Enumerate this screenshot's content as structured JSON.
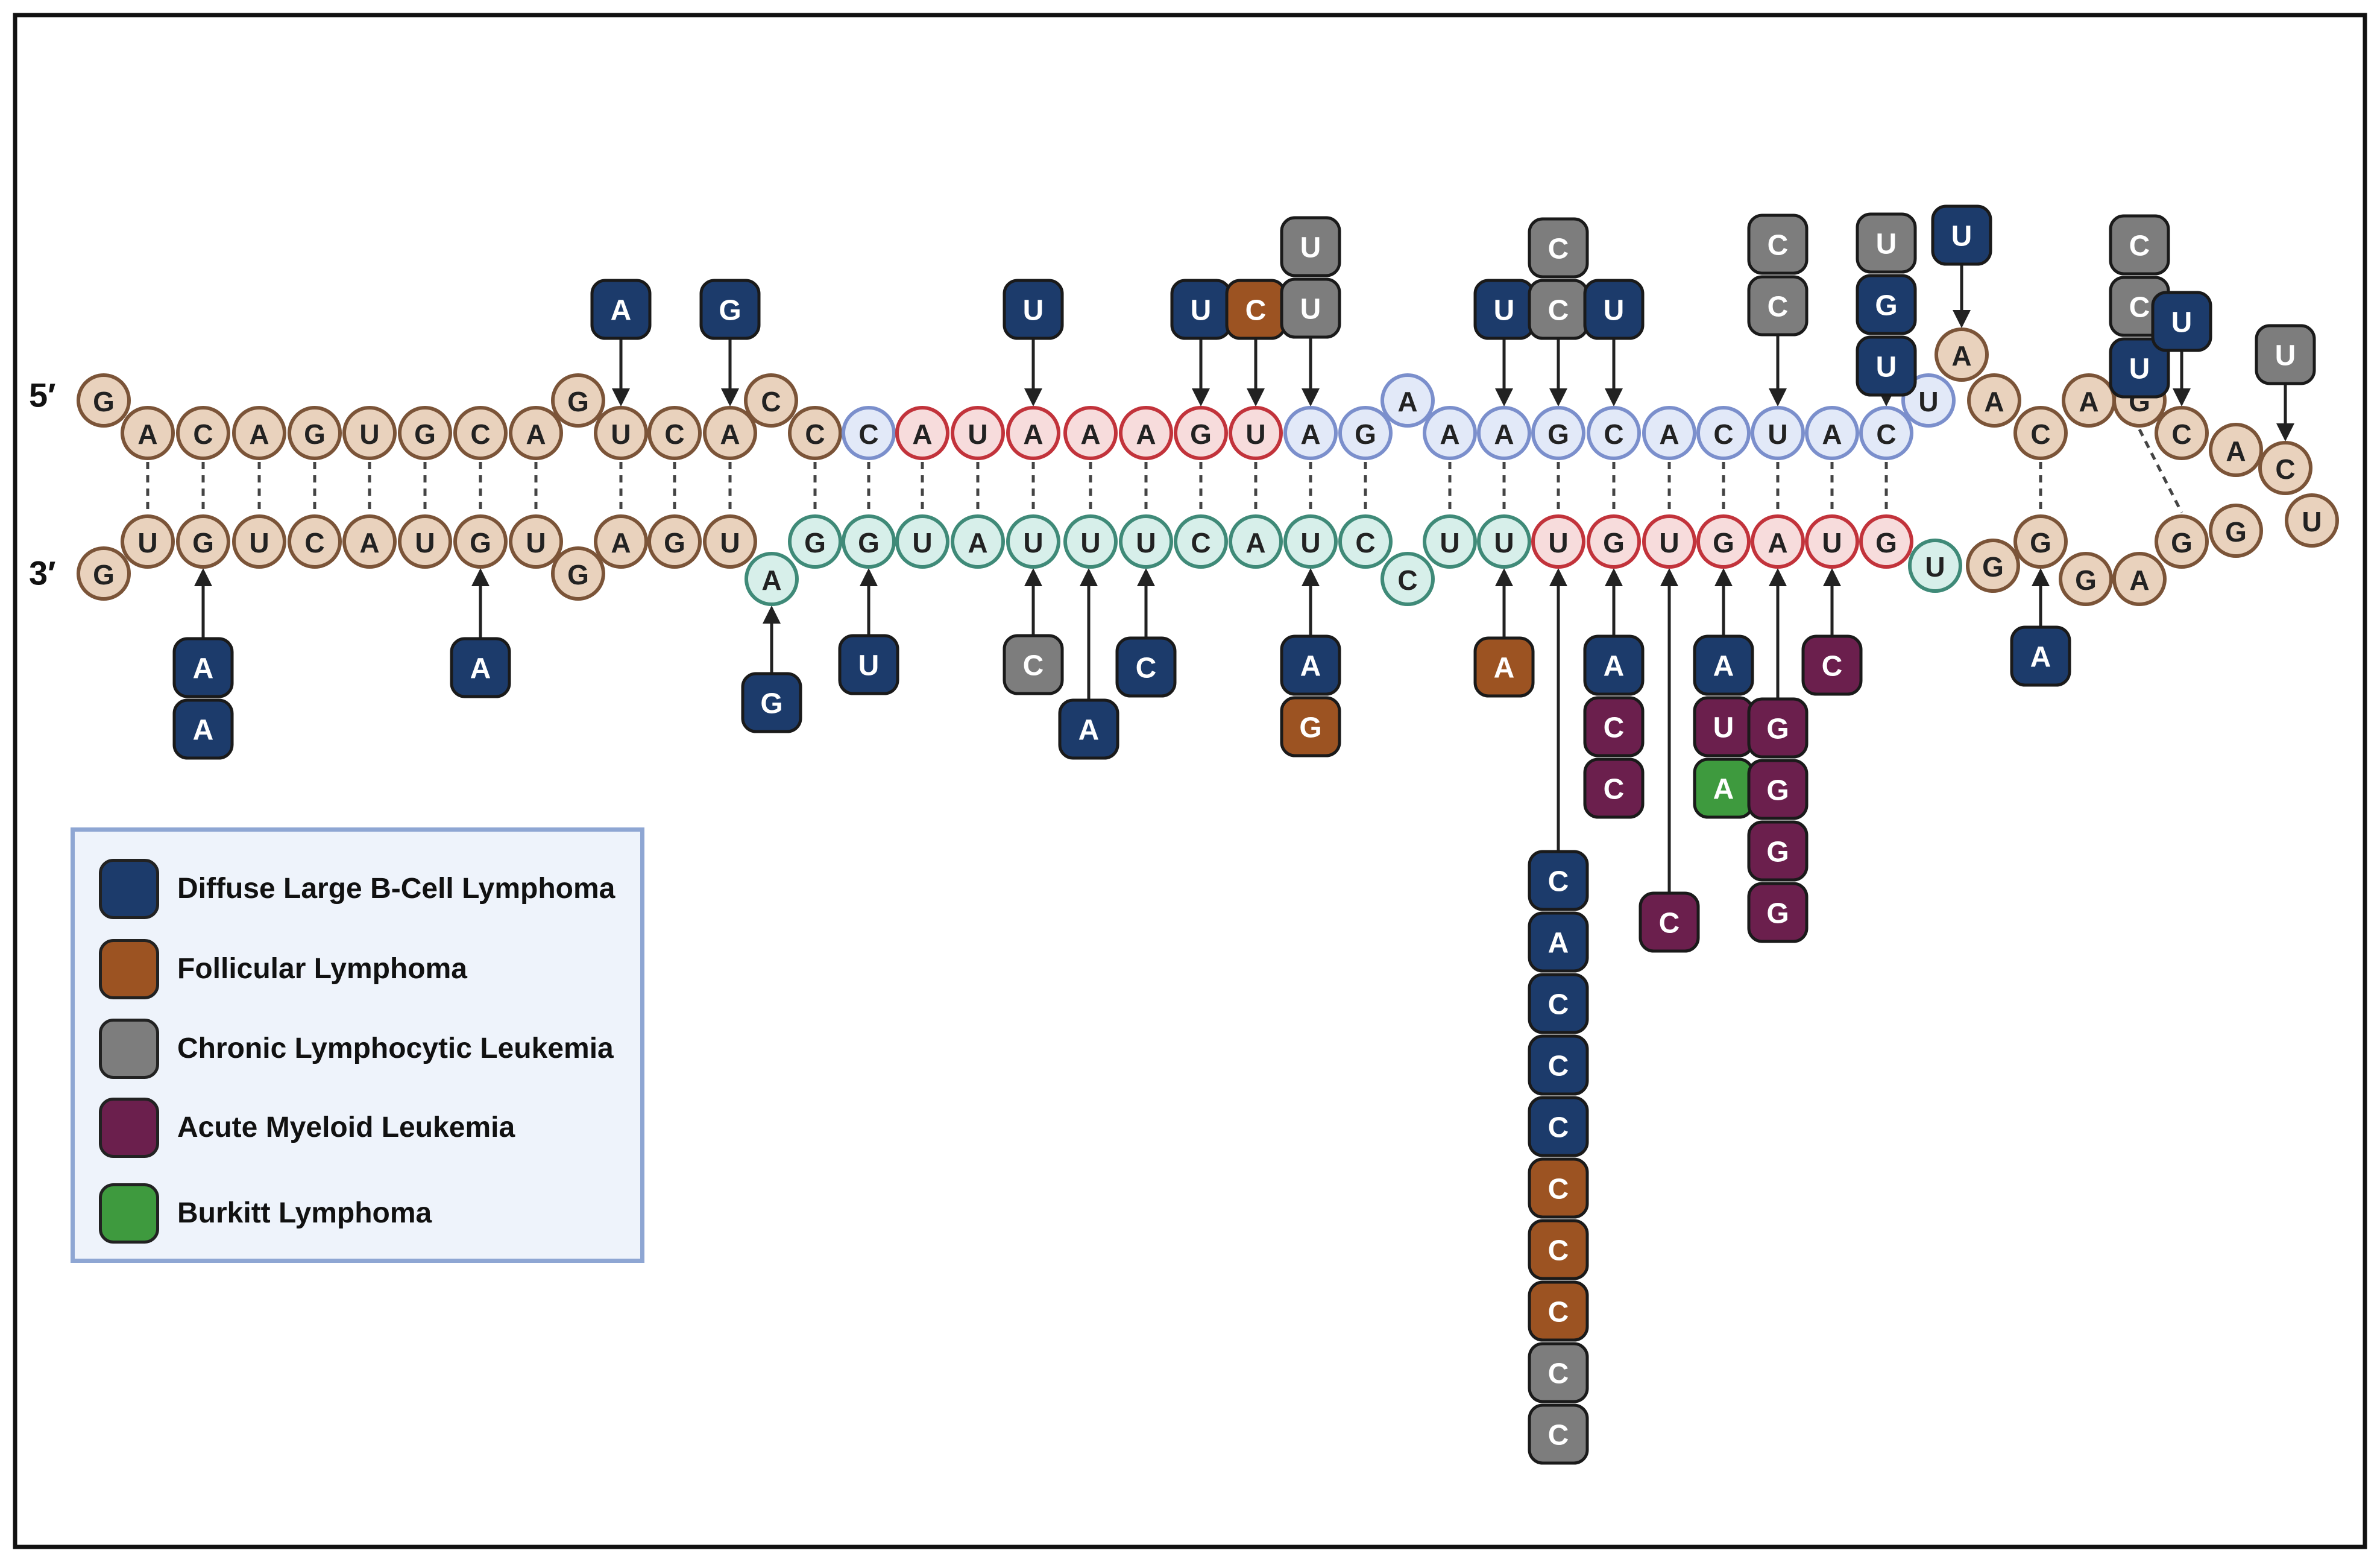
{
  "labels": {
    "five_prime": "5′",
    "three_prime": "3′"
  },
  "colors": {
    "tan": {
      "fill": "#e9d2bd",
      "stroke": "#7b5438"
    },
    "blue": {
      "fill": "#e2e9f8",
      "stroke": "#7b8fcc"
    },
    "red": {
      "fill": "#f7dcdc",
      "stroke": "#c2333b"
    },
    "teal": {
      "fill": "#d7efea",
      "stroke": "#3f8a78"
    },
    "categories": {
      "dlbcl": "#1c3b6b",
      "fl": "#9c5322",
      "cll": "#7d7d7d",
      "aml": "#6b1f4d",
      "bl": "#3e9a3e"
    }
  },
  "strand5": [
    {
      "b": "G",
      "c": "tan"
    },
    {
      "b": "A",
      "c": "tan"
    },
    {
      "b": "C",
      "c": "tan"
    },
    {
      "b": "A",
      "c": "tan"
    },
    {
      "b": "G",
      "c": "tan"
    },
    {
      "b": "U",
      "c": "tan"
    },
    {
      "b": "G",
      "c": "tan"
    },
    {
      "b": "C",
      "c": "tan"
    },
    {
      "b": "A",
      "c": "tan"
    },
    {
      "b": "G",
      "c": "tan"
    },
    {
      "b": "U",
      "c": "tan"
    },
    {
      "b": "C",
      "c": "tan"
    },
    {
      "b": "A",
      "c": "tan"
    },
    {
      "b": "C",
      "c": "tan"
    },
    {
      "b": "C",
      "c": "tan"
    },
    {
      "b": "C",
      "c": "blue"
    },
    {
      "b": "A",
      "c": "red"
    },
    {
      "b": "U",
      "c": "red"
    },
    {
      "b": "A",
      "c": "red"
    },
    {
      "b": "A",
      "c": "red"
    },
    {
      "b": "A",
      "c": "red"
    },
    {
      "b": "G",
      "c": "red"
    },
    {
      "b": "U",
      "c": "red"
    },
    {
      "b": "A",
      "c": "blue"
    },
    {
      "b": "G",
      "c": "blue"
    },
    {
      "b": "A",
      "c": "blue"
    },
    {
      "b": "A",
      "c": "blue"
    },
    {
      "b": "A",
      "c": "blue"
    },
    {
      "b": "G",
      "c": "blue"
    },
    {
      "b": "C",
      "c": "blue"
    },
    {
      "b": "A",
      "c": "blue"
    },
    {
      "b": "C",
      "c": "blue"
    },
    {
      "b": "U",
      "c": "blue"
    },
    {
      "b": "A",
      "c": "blue"
    },
    {
      "b": "C",
      "c": "blue"
    },
    {
      "b": "U",
      "c": "blue"
    },
    {
      "b": "A",
      "c": "tan"
    },
    {
      "b": "A",
      "c": "tan"
    },
    {
      "b": "C",
      "c": "tan"
    },
    {
      "b": "A",
      "c": "tan"
    },
    {
      "b": "G",
      "c": "tan"
    },
    {
      "b": "C",
      "c": "tan"
    },
    {
      "b": "A",
      "c": "tan"
    },
    {
      "b": "C",
      "c": "tan"
    },
    {
      "b": "U",
      "c": "tan"
    }
  ],
  "strand3": [
    {
      "b": "G",
      "c": "tan"
    },
    {
      "b": "U",
      "c": "tan"
    },
    {
      "b": "G",
      "c": "tan"
    },
    {
      "b": "U",
      "c": "tan"
    },
    {
      "b": "C",
      "c": "tan"
    },
    {
      "b": "A",
      "c": "tan"
    },
    {
      "b": "U",
      "c": "tan"
    },
    {
      "b": "G",
      "c": "tan"
    },
    {
      "b": "U",
      "c": "tan"
    },
    {
      "b": "G",
      "c": "tan"
    },
    {
      "b": "A",
      "c": "tan"
    },
    {
      "b": "G",
      "c": "tan"
    },
    {
      "b": "U",
      "c": "tan"
    },
    {
      "b": "A",
      "c": "teal"
    },
    {
      "b": "G",
      "c": "teal"
    },
    {
      "b": "G",
      "c": "teal"
    },
    {
      "b": "U",
      "c": "teal"
    },
    {
      "b": "A",
      "c": "teal"
    },
    {
      "b": "U",
      "c": "teal"
    },
    {
      "b": "U",
      "c": "teal"
    },
    {
      "b": "U",
      "c": "teal"
    },
    {
      "b": "C",
      "c": "teal"
    },
    {
      "b": "A",
      "c": "teal"
    },
    {
      "b": "U",
      "c": "teal"
    },
    {
      "b": "C",
      "c": "teal"
    },
    {
      "b": "C",
      "c": "teal"
    },
    {
      "b": "U",
      "c": "teal"
    },
    {
      "b": "U",
      "c": "teal"
    },
    {
      "b": "U",
      "c": "red"
    },
    {
      "b": "G",
      "c": "red"
    },
    {
      "b": "U",
      "c": "red"
    },
    {
      "b": "G",
      "c": "red"
    },
    {
      "b": "A",
      "c": "red"
    },
    {
      "b": "U",
      "c": "red"
    },
    {
      "b": "G",
      "c": "red"
    },
    {
      "b": "U",
      "c": "teal"
    },
    {
      "b": "G",
      "c": "tan"
    },
    {
      "b": "G",
      "c": "tan"
    },
    {
      "b": "G",
      "c": "tan"
    },
    {
      "b": "A",
      "c": "tan"
    },
    {
      "b": "G",
      "c": "tan"
    },
    {
      "b": "G",
      "c": "tan"
    }
  ],
  "mutations": [
    {
      "stack": [
        {
          "b": "A",
          "cat": "dlbcl"
        }
      ]
    },
    {
      "stack": [
        {
          "b": "G",
          "cat": "dlbcl"
        }
      ]
    },
    {
      "stack": [
        {
          "b": "U",
          "cat": "dlbcl"
        }
      ]
    },
    {
      "stack": [
        {
          "b": "U",
          "cat": "dlbcl"
        }
      ]
    },
    {
      "stack": [
        {
          "b": "C",
          "cat": "fl"
        }
      ]
    },
    {
      "stack": [
        {
          "b": "U",
          "cat": "cll"
        },
        {
          "b": "U",
          "cat": "cll"
        }
      ]
    },
    {
      "stack": [
        {
          "b": "U",
          "cat": "dlbcl"
        }
      ]
    },
    {
      "stack": [
        {
          "b": "C",
          "cat": "cll"
        },
        {
          "b": "C",
          "cat": "cll"
        }
      ]
    },
    {
      "stack": [
        {
          "b": "U",
          "cat": "dlbcl"
        }
      ]
    },
    {
      "stack": [
        {
          "b": "C",
          "cat": "cll"
        },
        {
          "b": "C",
          "cat": "cll"
        }
      ]
    },
    {
      "stack": [
        {
          "b": "U",
          "cat": "cll"
        },
        {
          "b": "G",
          "cat": "dlbcl"
        },
        {
          "b": "U",
          "cat": "dlbcl"
        }
      ]
    },
    {
      "stack": [
        {
          "b": "U",
          "cat": "dlbcl"
        }
      ]
    },
    {
      "stack": [
        {
          "b": "C",
          "cat": "cll"
        },
        {
          "b": "C",
          "cat": "cll"
        },
        {
          "b": "U",
          "cat": "dlbcl"
        }
      ]
    },
    {
      "stack": [
        {
          "b": "U",
          "cat": "dlbcl"
        }
      ]
    },
    {
      "stack": [
        {
          "b": "U",
          "cat": "cll"
        }
      ]
    },
    {
      "stack": [
        {
          "b": "A",
          "cat": "dlbcl"
        },
        {
          "b": "A",
          "cat": "dlbcl"
        }
      ]
    },
    {
      "stack": [
        {
          "b": "A",
          "cat": "dlbcl"
        }
      ]
    },
    {
      "stack": [
        {
          "b": "G",
          "cat": "dlbcl"
        }
      ]
    },
    {
      "stack": [
        {
          "b": "U",
          "cat": "dlbcl"
        }
      ]
    },
    {
      "stack": [
        {
          "b": "C",
          "cat": "cll"
        }
      ]
    },
    {
      "stack": [
        {
          "b": "A",
          "cat": "dlbcl"
        }
      ]
    },
    {
      "stack": [
        {
          "b": "C",
          "cat": "dlbcl"
        }
      ]
    },
    {
      "stack": [
        {
          "b": "A",
          "cat": "dlbcl"
        },
        {
          "b": "G",
          "cat": "fl"
        }
      ]
    },
    {
      "stack": [
        {
          "b": "A",
          "cat": "fl"
        }
      ]
    },
    {
      "stack": [
        {
          "b": "C",
          "cat": "dlbcl"
        },
        {
          "b": "A",
          "cat": "dlbcl"
        },
        {
          "b": "C",
          "cat": "dlbcl"
        },
        {
          "b": "C",
          "cat": "dlbcl"
        },
        {
          "b": "C",
          "cat": "dlbcl"
        },
        {
          "b": "C",
          "cat": "fl"
        },
        {
          "b": "C",
          "cat": "fl"
        },
        {
          "b": "C",
          "cat": "fl"
        },
        {
          "b": "C",
          "cat": "cll"
        },
        {
          "b": "C",
          "cat": "cll"
        }
      ]
    },
    {
      "stack": [
        {
          "b": "A",
          "cat": "dlbcl"
        },
        {
          "b": "C",
          "cat": "aml"
        },
        {
          "b": "C",
          "cat": "aml"
        }
      ]
    },
    {
      "stack": [
        {
          "b": "C",
          "cat": "aml"
        }
      ]
    },
    {
      "stack": [
        {
          "b": "A",
          "cat": "dlbcl"
        },
        {
          "b": "U",
          "cat": "aml"
        },
        {
          "b": "A",
          "cat": "bl"
        }
      ]
    },
    {
      "stack": [
        {
          "b": "G",
          "cat": "aml"
        },
        {
          "b": "G",
          "cat": "aml"
        },
        {
          "b": "G",
          "cat": "aml"
        },
        {
          "b": "G",
          "cat": "aml"
        }
      ]
    },
    {
      "stack": [
        {
          "b": "C",
          "cat": "aml"
        }
      ]
    },
    {
      "stack": [
        {
          "b": "A",
          "cat": "dlbcl"
        }
      ]
    }
  ],
  "legend": [
    {
      "label": "Diffuse Large B-Cell Lymphoma",
      "color": "#1c3b6b"
    },
    {
      "label": "Follicular Lymphoma",
      "color": "#9c5322"
    },
    {
      "label": "Chronic Lymphocytic Leukemia",
      "color": "#7d7d7d"
    },
    {
      "label": "Acute Myeloid Leukemia",
      "color": "#6b1f4d"
    },
    {
      "label": "Burkitt Lymphoma",
      "color": "#3e9a3e"
    }
  ]
}
